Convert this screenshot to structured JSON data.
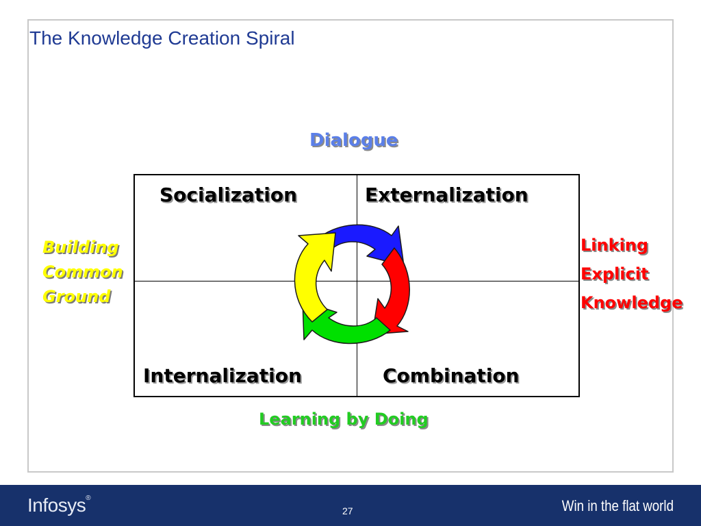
{
  "slide": {
    "title": "The Knowledge Creation Spiral"
  },
  "labels": {
    "top": "Dialogue",
    "left": [
      "Building",
      "Common",
      "Ground"
    ],
    "right": [
      "Linking",
      "Explicit",
      "Knowledge"
    ],
    "bottom": "Learning by Doing"
  },
  "quadrants": {
    "top_left": "Socialization",
    "top_right": "Externalization",
    "bottom_left": "Internalization",
    "bottom_right": "Combination"
  },
  "cycle_colors": {
    "top": "#1a1aff",
    "right": "#ff0000",
    "bottom": "#00e000",
    "left": "#ffff00"
  },
  "footer": {
    "brand": "Infosys",
    "brand_mark": "®",
    "page_number": "27",
    "tagline": "Win in the flat world"
  }
}
